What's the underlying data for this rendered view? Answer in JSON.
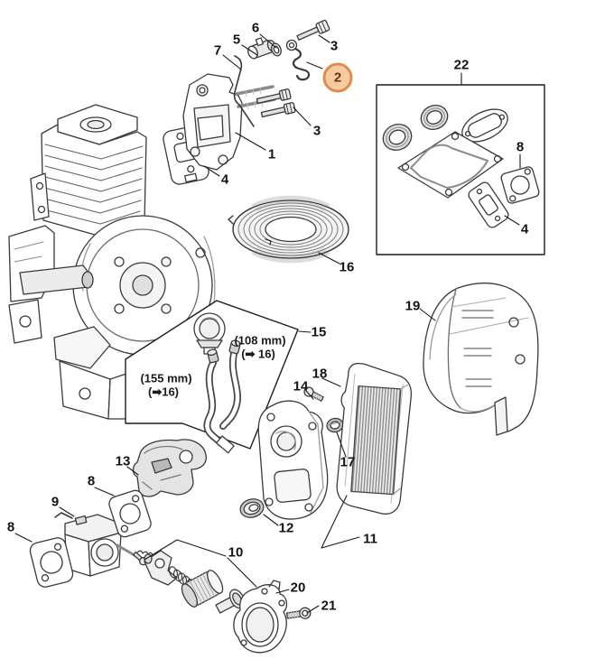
{
  "diagram": {
    "type": "exploded-parts-diagram"
  },
  "highlight": {
    "label": "2",
    "fill": "#F7CBA1",
    "border": "#DE8C4E",
    "text_color": "#6B3410"
  },
  "callouts": {
    "c1": "1",
    "c2": "2",
    "c3a": "3",
    "c3b": "3",
    "c4a": "4",
    "c4b": "4",
    "c5": "5",
    "c6": "6",
    "c7": "7",
    "c8a": "8",
    "c8b": "8",
    "c8c": "8",
    "c9": "9",
    "c10": "10",
    "c11": "11",
    "c12": "12",
    "c13": "13",
    "c14": "14",
    "c15": "15",
    "c16": "16",
    "c17": "17",
    "c18": "18",
    "c19": "19",
    "c20": "20",
    "c21": "21",
    "c22": "22"
  },
  "dimensions": {
    "short_length": "(108 mm)",
    "short_ref": "(➡ 16)",
    "long_length": "(155 mm)",
    "long_ref": "(➡16)"
  },
  "line_color": "#3a3a3a"
}
